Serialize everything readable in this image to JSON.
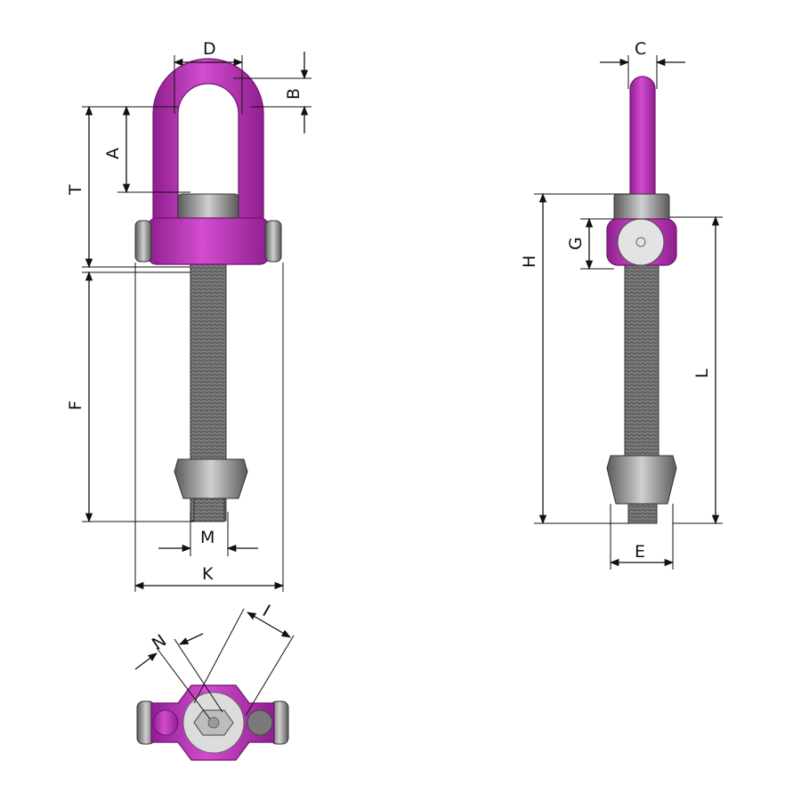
{
  "colors": {
    "shackle": "#c335c0",
    "shackle_dark": "#8f1f8e",
    "shackle_light": "#e47be0",
    "steel": "#9a9a9a",
    "steel_dark": "#5a5a5a",
    "steel_light": "#d8d8d8",
    "line": "#111111"
  },
  "labels": {
    "D": "D",
    "B": "B",
    "A": "A",
    "T": "T",
    "F": "F",
    "M": "M",
    "K": "K",
    "C": "C",
    "H": "H",
    "G": "G",
    "L": "L",
    "E": "E",
    "N": "N",
    "I": "I"
  },
  "views": [
    "front-view",
    "side-view",
    "top-view"
  ]
}
